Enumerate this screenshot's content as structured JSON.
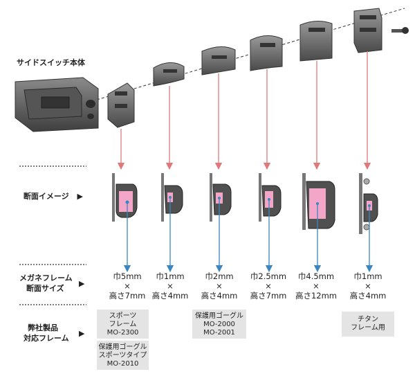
{
  "header": {
    "device_label": "サイドスイッチ本体"
  },
  "rows": {
    "section": {
      "label": "断面イメージ",
      "arrow": "▶"
    },
    "frame_size": {
      "label_line1": "メガネフレーム",
      "label_line2": "断面サイズ",
      "arrow": "▶"
    },
    "compatible": {
      "label_line1": "弊社製品",
      "label_line2": "対応フレーム",
      "arrow": "▶"
    }
  },
  "sizes": [
    {
      "width": "巾5mm",
      "times": "×",
      "height": "高さ7mm"
    },
    {
      "width": "巾1mm",
      "times": "×",
      "height": "高さ4mm"
    },
    {
      "width": "巾2mm",
      "times": "×",
      "height": "高さ4mm"
    },
    {
      "width": "巾2.5mm",
      "times": "×",
      "height": "高さ7mm"
    },
    {
      "width": "巾4.5mm",
      "times": "×",
      "height": "高さ12mm"
    },
    {
      "width": "巾1mm",
      "times": "×",
      "height": "高さ4mm"
    }
  ],
  "compatible_frames": [
    {
      "line1": "スポーツ",
      "line2": "フレーム",
      "line3": "MO-2300"
    },
    {
      "line1": "保護用ゴーグル",
      "line2": "スポーツタイプ",
      "line3": "MO-2010"
    },
    {
      "line1": "保護用ゴーグル",
      "line2": "MO-2000",
      "line3": "MO-2001"
    },
    {
      "line1": "チタン",
      "line2": "フレーム用"
    }
  ],
  "colors": {
    "arrow_red": "#e07a7a",
    "arrow_blue": "#3c86c0",
    "cross_section_pink": "#f4a6c8",
    "part_gray": "#5a5a5a",
    "box_gray": "#e4e4e4"
  }
}
